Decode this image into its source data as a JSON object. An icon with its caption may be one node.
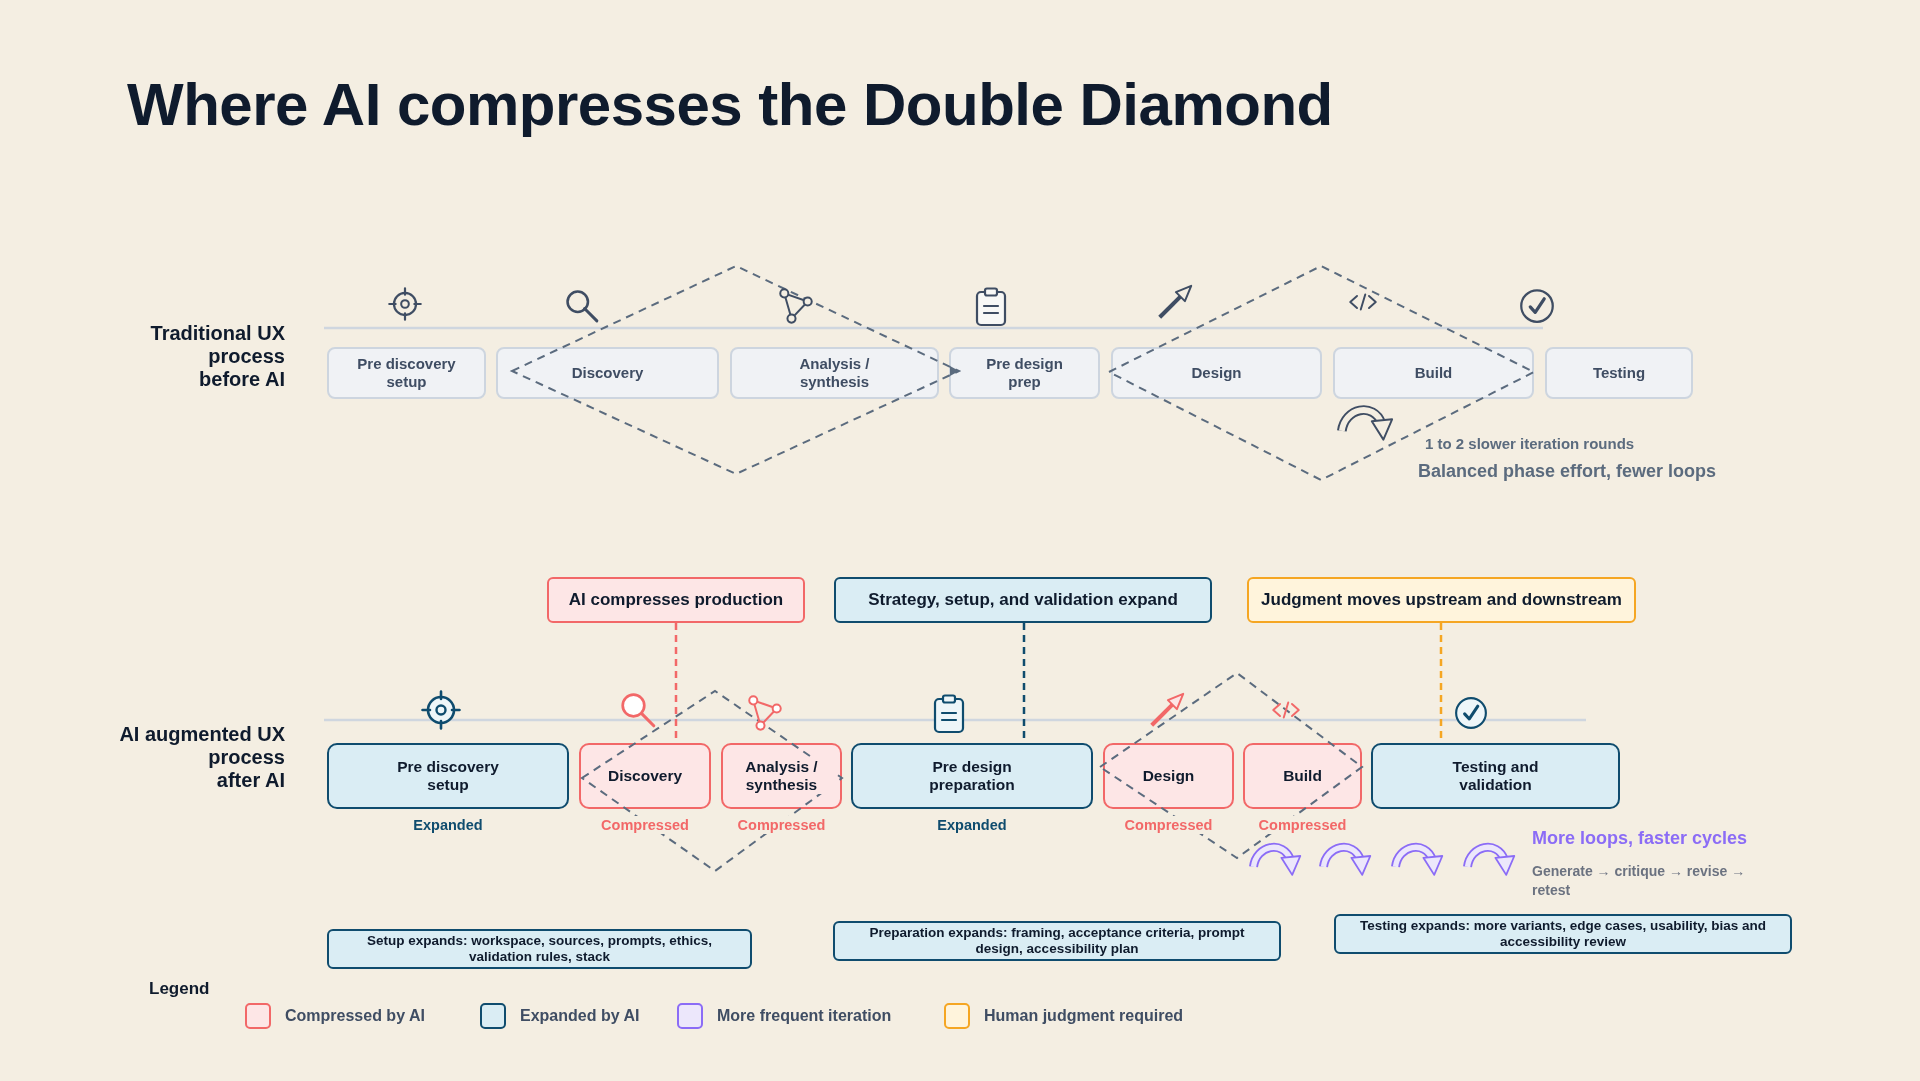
{
  "diagram": {
    "title": "Where AI compresses the Double Diamond",
    "nodes": [
      {
        "text": [
          "Pre discovery setup"
        ]
      },
      {
        "text": [
          "Discovery"
        ]
      },
      {
        "text": [
          "Analysis / synthesis"
        ]
      },
      {
        "text": [
          "Pre design prep"
        ]
      },
      {
        "text": [
          "Design"
        ]
      },
      {
        "text": [
          "Build"
        ]
      },
      {
        "text": [
          "Testing"
        ]
      },
      {
        "text": [
          "AI compresses production"
        ]
      },
      {
        "text": [
          "Strategy, setup, and validation expand"
        ]
      },
      {
        "text": [
          "Judgment moves upstream and downstream"
        ]
      },
      {
        "text": [
          "Pre discovery setup"
        ],
        "beside": [
          "Expanded"
        ]
      },
      {
        "text": [
          "Discovery"
        ],
        "beside": [
          "Compressed"
        ]
      },
      {
        "text": [
          "Analysis / synthesis"
        ],
        "beside": [
          "Compressed"
        ]
      },
      {
        "text": [
          "Pre design preparation"
        ],
        "beside": [
          "Expanded"
        ]
      },
      {
        "text": [
          "Design"
        ],
        "beside": [
          "Compressed"
        ]
      },
      {
        "text": [
          "Build"
        ],
        "beside": [
          "Compressed"
        ]
      },
      {
        "text": [
          "Testing and validation"
        ]
      },
      {
        "text": [
          "Setup expands: workspace, sources, prompts, ethics, validation rules, stack"
        ]
      },
      {
        "text": [
          "Preparation expands: framing, acceptance criteria, prompt design, accessibility plan"
        ]
      },
      {
        "text": [
          "Testing expands: more variants, edge cases, usability, bias and accessibility review"
        ]
      }
    ],
    "edges": [
      {
        "from": 7,
        "to": 11,
        "arrow": "none",
        "style": "dashed",
        "color": "#f26868"
      },
      {
        "from": 8,
        "to": 13,
        "arrow": "none",
        "style": "dashed",
        "color": "#0f4c6e"
      },
      {
        "from": 9,
        "to": 16,
        "arrow": "none",
        "style": "dashed",
        "color": "#f5a623"
      }
    ],
    "labels": [
      "Traditional UX process before AI",
      "1 to 2 slower iteration rounds",
      "Balanced phase effort, fewer loops",
      "AI augmented UX process after AI",
      "More loops, faster cycles",
      "Generate → critique → revise → retest",
      "Legend"
    ],
    "legend": [
      {
        "text": "Compressed by AI",
        "color": "#fde6e6"
      },
      {
        "text": "Expanded by AI",
        "color": "#daedf4"
      },
      {
        "text": "More frequent iteration",
        "color": "#ece7fb"
      },
      {
        "text": "Human judgment required",
        "color": "#fff4dc"
      }
    ]
  }
}
